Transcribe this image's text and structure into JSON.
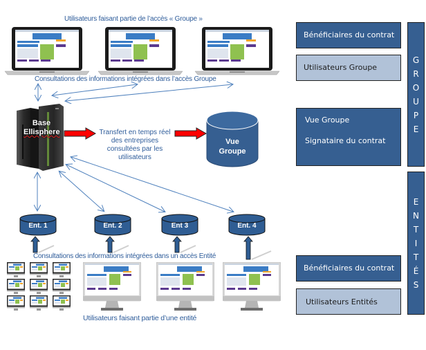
{
  "captions": {
    "group_users": "Utilisateurs faisant partie de l’accès « Groupe »",
    "group_consult": "Consultations des informations intégrées dans l’accès Groupe",
    "entity_consult": "Consultations des informations intégrées dans un accès Entité",
    "entity_users": "Utilisateurs faisant partie d’une entité"
  },
  "server": {
    "label_line1": "Base",
    "label_line2": "Ellisphere",
    "icon": "mainframe-server-icon"
  },
  "transfer": {
    "line1": "Transfert en temps réel",
    "line2": "des entreprises",
    "line3": "consultées par les",
    "line4": "utilisateurs"
  },
  "vue_groupe_db": {
    "line1": "Vue",
    "line2": "Groupe"
  },
  "entities": [
    {
      "label": "Ent. 1"
    },
    {
      "label": "Ent. 2"
    },
    {
      "label": "Ent 3"
    },
    {
      "label": "Ent. 4"
    }
  ],
  "legend_groupe": {
    "side_label": [
      "G",
      "R",
      "O",
      "U",
      "P",
      "E"
    ],
    "boxes": {
      "beneficiaires": "Bénéficiaires du contrat",
      "utilisateurs": "Utilisateurs Groupe",
      "vue_groupe": "Vue Groupe",
      "signataire": "Signataire du contrat"
    }
  },
  "legend_entites": {
    "side_label": [
      "E",
      "N",
      "T",
      "I",
      "T",
      "É",
      "S"
    ],
    "boxes": {
      "beneficiaires": "Bénéficiaires du contrat",
      "utilisateurs": "Utilisateurs Entités"
    }
  },
  "colors": {
    "box_dark": "#365f91",
    "box_light": "#b1c2d8",
    "arrow_blue": "#4f81bd",
    "arrow_red": "#ff0000",
    "caption_blue": "#2e5c9a"
  }
}
